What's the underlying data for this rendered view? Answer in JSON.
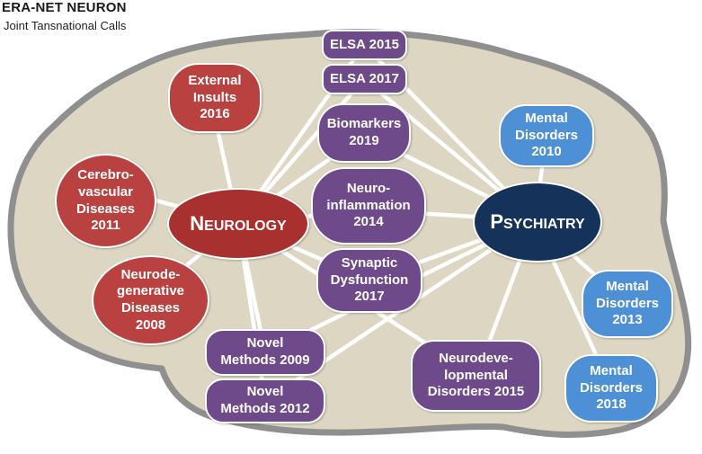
{
  "header": {
    "title": "ERA-NET NEURON",
    "subtitle": "Joint Tansnational Calls"
  },
  "colors": {
    "neurology": "#b94140",
    "psychiatry": "#15325a",
    "shared": "#6e4a8b",
    "mental": "#4d90d6",
    "brain_fill": "#ddd6c2",
    "brain_outline": "#8f8f8f",
    "connector": "#ffffff"
  },
  "hubs": {
    "neurology": {
      "first": "N",
      "rest": "EUROLOGY"
    },
    "psychiatry": {
      "first": "P",
      "rest": "SYCHIATRY"
    }
  },
  "calls": {
    "external_insults": [
      "External",
      "Insults",
      "2016"
    ],
    "cerebrovascular": [
      "Cerebro-",
      "vascular",
      "Diseases",
      "2011"
    ],
    "neurodegenerative": [
      "Neurode-",
      "generative",
      "Diseases",
      "2008"
    ],
    "elsa_2015": [
      "ELSA 2015"
    ],
    "elsa_2017": [
      "ELSA 2017"
    ],
    "biomarkers": [
      "Biomarkers",
      "2019"
    ],
    "neuroinflammation": [
      "Neuro-",
      "inflammation",
      "2014"
    ],
    "synaptic": [
      "Synaptic",
      "Dysfunction",
      "2017"
    ],
    "novel_2009": [
      "Novel",
      "Methods 2009"
    ],
    "novel_2012": [
      "Novel",
      "Methods 2012"
    ],
    "neurodevelopmental": [
      "Neurodeve-",
      "lopmental",
      "Disorders 2015"
    ],
    "mental_2010": [
      "Mental",
      "Disorders",
      "2010"
    ],
    "mental_2013": [
      "Mental",
      "Disorders",
      "2013"
    ],
    "mental_2018": [
      "Mental",
      "Disorders",
      "2018"
    ]
  }
}
